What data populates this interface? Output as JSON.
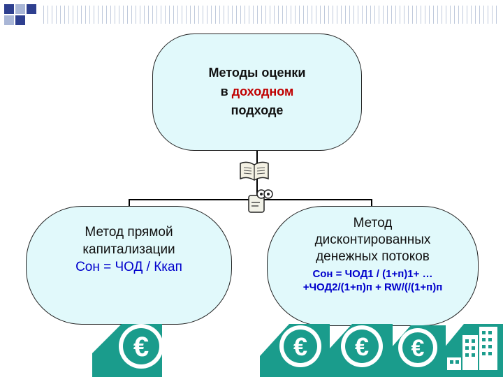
{
  "top_node": {
    "line1": "Методы оценки",
    "line2_prefix": "в ",
    "line2_red": "доходном",
    "line3": "подходе"
  },
  "left_node": {
    "line1": "Метод прямой",
    "line2": "капитализации",
    "formula": "Сон = ЧОД / Ккап"
  },
  "right_node": {
    "line1": "Метод",
    "line2": "дисконтированных",
    "line3": "денежных потоков",
    "formula1": "Сон = ЧОД1 / (1+п)1+ …",
    "formula2": "+ЧОД2/(1+п)п + RW/(/(1+п)п"
  },
  "icons": [
    "book-icon",
    "robot-icon",
    "euro-icon",
    "euro-icon",
    "euro-icon",
    "euro-icon",
    "building-icon"
  ],
  "colors": {
    "node_fill": "#e1f9fb",
    "accent_red": "#c00000",
    "formula_blue": "#0000cc",
    "euro_green": "#1a9c8c"
  }
}
